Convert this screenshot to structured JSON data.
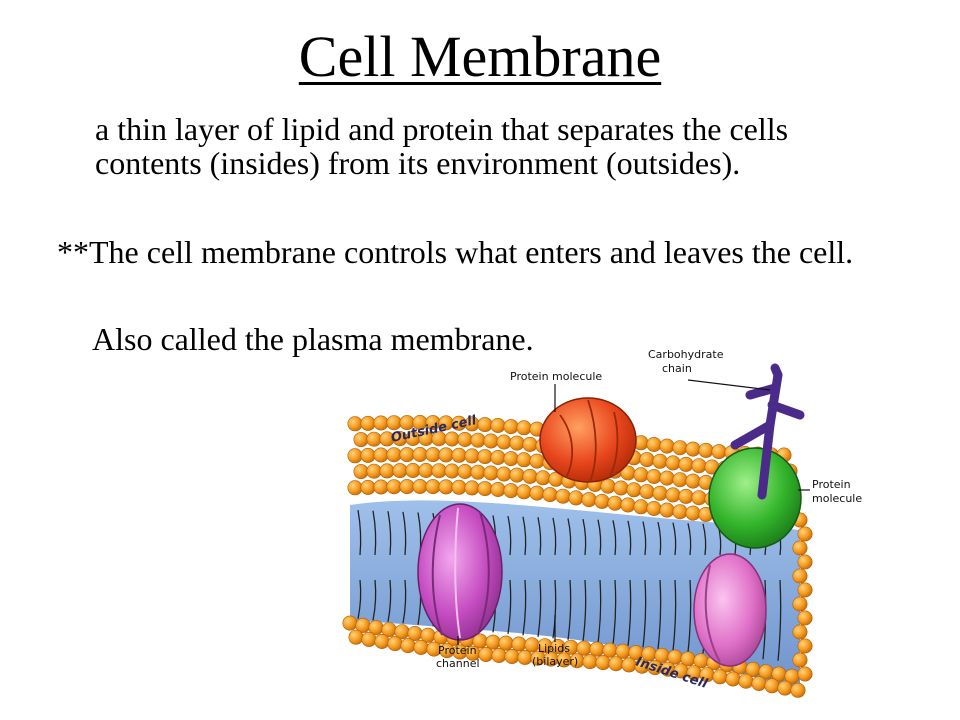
{
  "slide": {
    "title": "Cell Membrane",
    "definition": "a thin layer of lipid and protein that separates the cells contents (insides) from its environment (outsides).",
    "note": "**The cell membrane controls what enters and leaves the cell.",
    "also_called": "Also called the plasma membrane."
  },
  "diagram": {
    "labels": {
      "carbohydrate_line1": "Carbohydrate",
      "carbohydrate_line2": "chain",
      "protein_molecule_top": "Protein molecule",
      "outside_cell": "Outside cell",
      "protein_molecule_right_line1": "Protein",
      "protein_molecule_right_line2": "molecule",
      "protein_channel_line1": "Protein",
      "protein_channel_line2": "channel",
      "lipids_line1": "Lipids",
      "lipids_line2": "(bilayer)",
      "inside_cell": "Inside cell"
    },
    "colors": {
      "lipid_head": "#f39a1e",
      "lipid_head_dark": "#c86a08",
      "tail_region": "#7fa4d8",
      "protein_red": "#e8461c",
      "protein_green": "#34b52c",
      "protein_purple": "#c44bc0",
      "protein_pink": "#e070c8",
      "carbohydrate": "#4a2b8a"
    }
  }
}
